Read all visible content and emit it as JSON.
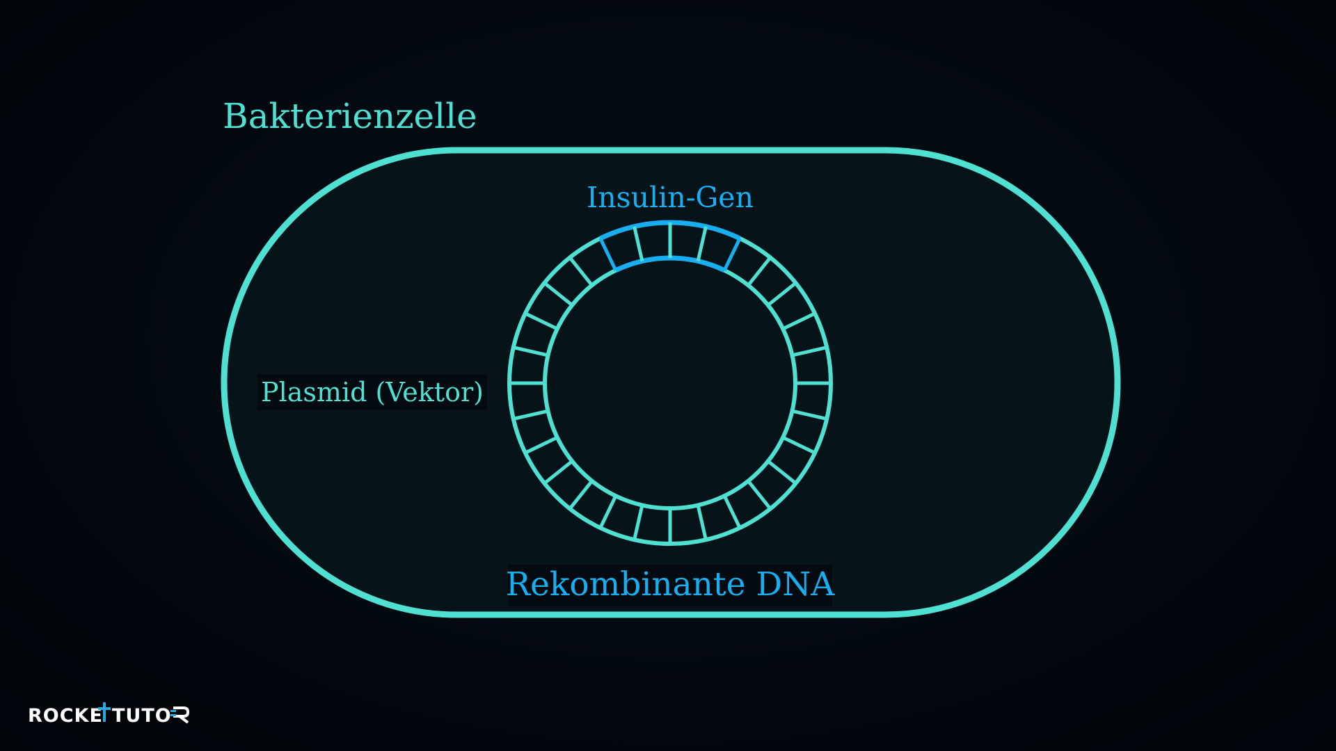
{
  "diagram": {
    "cell_label": "Bakterienzelle",
    "gene_label": "Insulin-Gen",
    "plasmid_label": "Plasmid (Vektor)",
    "result_label": "Rekombinante DNA",
    "plasmid_segments": 28,
    "gene_segments": 4
  },
  "logo": {
    "text_left": "ROCKE",
    "text_right": "TUTO"
  },
  "colors": {
    "background": "#02070d",
    "cell_fill": "#06141a",
    "teal": "#4fe0d2",
    "gene_blue": "#18aef0",
    "logo_white": "#ffffff",
    "logo_accent": "#2aa9e0"
  }
}
